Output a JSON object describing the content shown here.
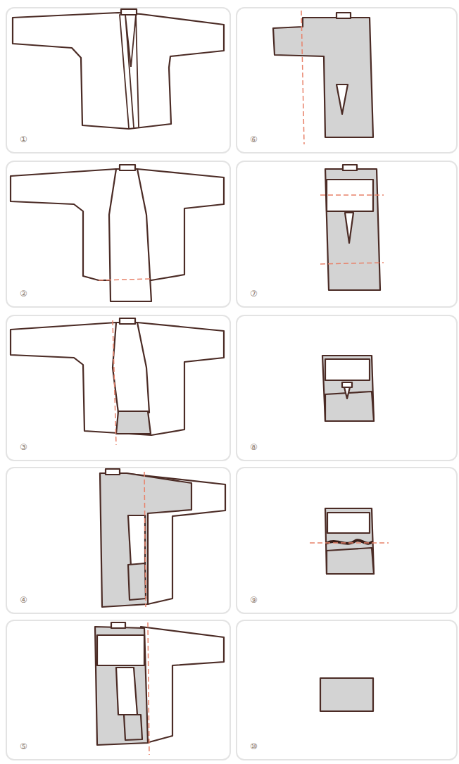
{
  "diagram": {
    "nodes": [
      {
        "text": [
          "①"
        ]
      },
      {
        "text": [
          "②"
        ]
      },
      {
        "text": [
          "③"
        ]
      },
      {
        "text": [
          "④"
        ]
      },
      {
        "text": [
          "⑤"
        ]
      },
      {
        "text": [
          "⑥"
        ]
      },
      {
        "text": [
          "⑦"
        ]
      },
      {
        "text": [
          "⑧"
        ]
      },
      {
        "text": [
          "⑨"
        ]
      },
      {
        "text": [
          "⑩"
        ]
      }
    ]
  }
}
